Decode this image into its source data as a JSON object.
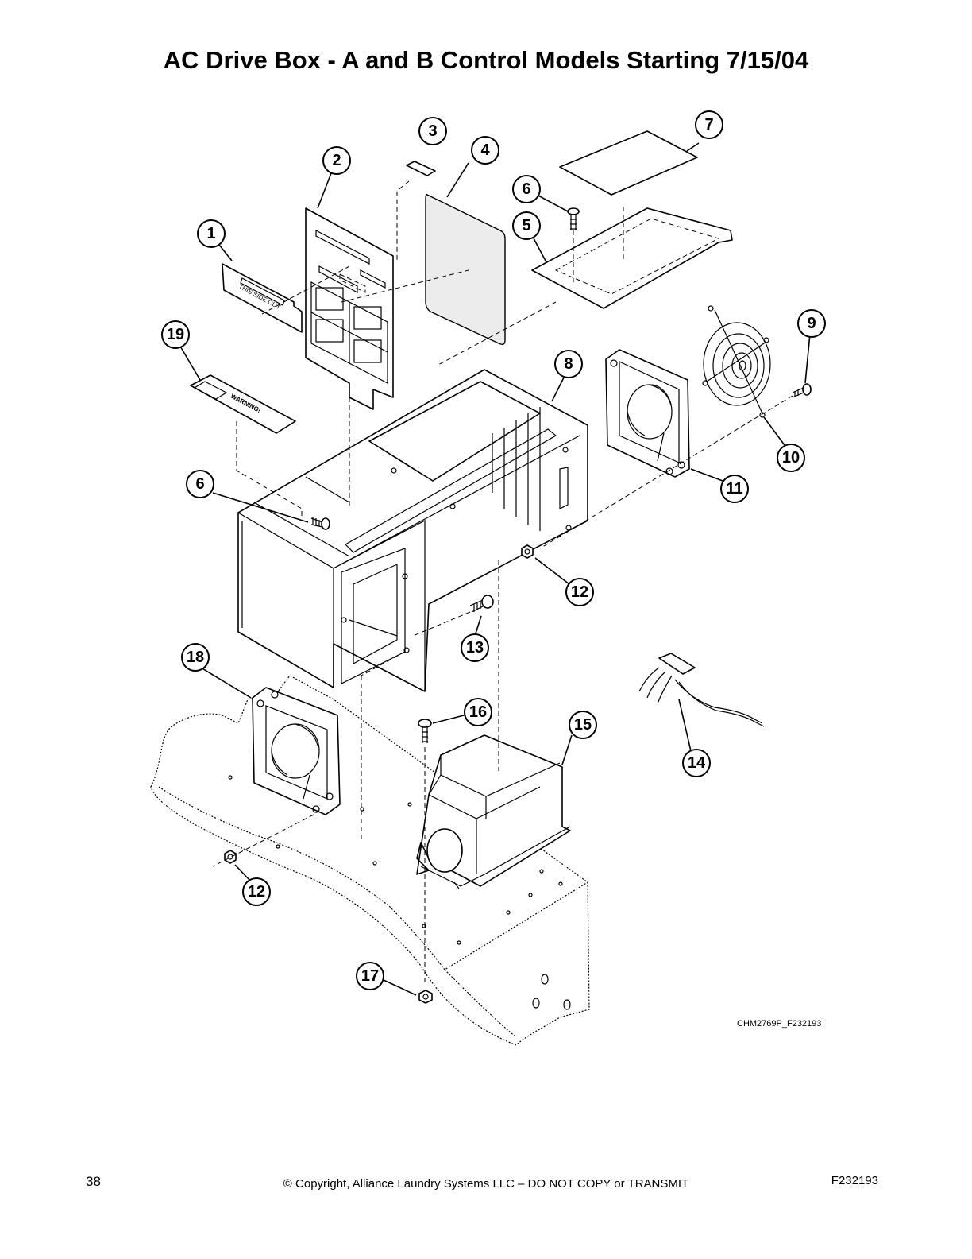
{
  "page": {
    "title": "AC Drive Box - A and B Control Models Starting 7/15/04",
    "page_number": "38",
    "copyright": "© Copyright, Alliance Laundry Systems LLC – DO NOT COPY or TRANSMIT",
    "document_id": "F232193",
    "drawing_id": "CHM2769P_F232193"
  },
  "labels": {
    "decal_1_text": "THIS SIDE OUT",
    "decal_19_text": "WARNING!"
  },
  "callouts": [
    "1",
    "2",
    "3",
    "4",
    "5",
    "6",
    "7",
    "8",
    "9",
    "10",
    "11",
    "12",
    "13",
    "14",
    "15",
    "16",
    "17",
    "18",
    "19"
  ]
}
